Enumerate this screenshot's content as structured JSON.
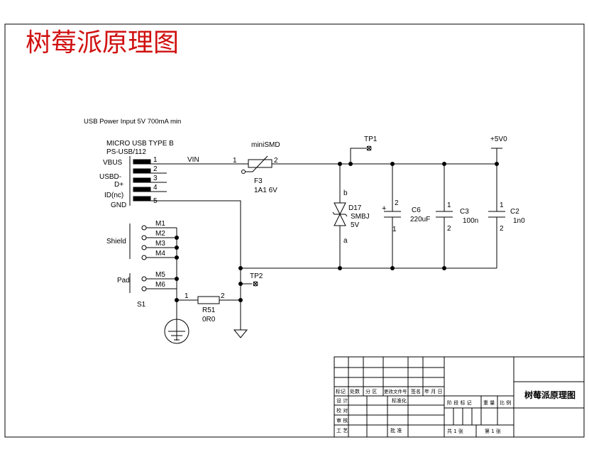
{
  "title": "树莓派原理图",
  "colors": {
    "title": "#d01010",
    "wire": "#000000"
  },
  "heading": "USB Power Input 5V 700mA min",
  "connector": {
    "name": "MICRO USB TYPE B",
    "part": "PS-USB/112",
    "ref": "S1",
    "pins": [
      {
        "label": "VBUS",
        "num": "1"
      },
      {
        "label": "",
        "num": "2"
      },
      {
        "label": "USBD-",
        "num": "3"
      },
      {
        "label": "D+",
        "num": ""
      },
      {
        "label": "ID(nc)",
        "num": "4"
      },
      {
        "label": "GND",
        "num": "5"
      }
    ],
    "mounts": [
      "M1",
      "M2",
      "M3",
      "M4",
      "M5",
      "M6"
    ],
    "shield_label": "Shield",
    "pad_label": "Pad"
  },
  "net_vin": "VIN",
  "fuse": {
    "type": "miniSMD",
    "ref": "F3",
    "value": "1A1 6V",
    "pin1": "1",
    "pin2": "2"
  },
  "tp1": "TP1",
  "tp2": "TP2",
  "power": "+5V0",
  "diode": {
    "ref": "D17",
    "part": "SMBJ",
    "value": "5V",
    "pin_b": "b",
    "pin_a": "a"
  },
  "c6": {
    "ref": "C6",
    "value": "220uF",
    "plus": "+",
    "pin_top": "2",
    "pin_bot": "1"
  },
  "c3": {
    "ref": "C3",
    "value": "100n",
    "pin_top": "1",
    "pin_bot": "2"
  },
  "c2": {
    "ref": "C2",
    "value": "1n0",
    "pin_top": "1",
    "pin_bot": "2"
  },
  "r51": {
    "ref": "R51",
    "value": "0R0",
    "pin1": "1",
    "pin2": "2"
  },
  "titleblock": {
    "header_cells": [
      "标记",
      "处数",
      "分 区",
      "更改文件号",
      "签名",
      "年 月 日"
    ],
    "rows": [
      "设 计",
      "校 对",
      "审 核",
      "工 艺"
    ],
    "std": "标准化",
    "approve": "批 准",
    "stage_cells": [
      "阶 段 标 记",
      "重 量",
      "比 例"
    ],
    "drawing_name": "树莓派原理图",
    "total_sheets": "共 1 张",
    "sheet_no": "第 1 张"
  }
}
